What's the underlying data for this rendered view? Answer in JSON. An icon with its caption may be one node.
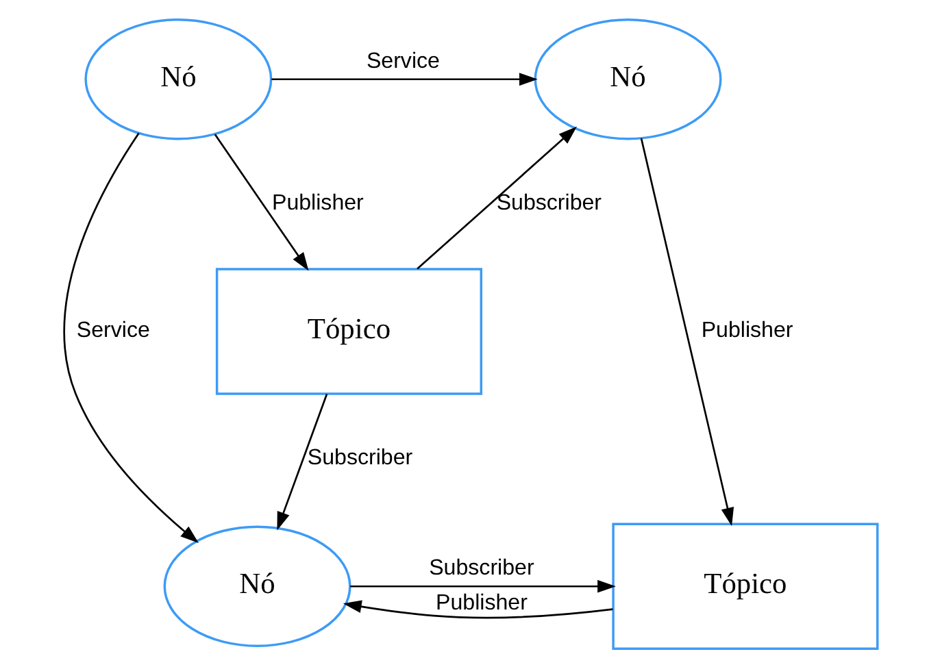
{
  "diagram": {
    "nodes": [
      {
        "text": [
          "Nó"
        ]
      },
      {
        "text": [
          "Nó"
        ]
      },
      {
        "text": [
          "Tópico"
        ]
      },
      {
        "text": [
          "Nó"
        ]
      },
      {
        "text": [
          "Tópico"
        ]
      }
    ],
    "edges": [
      {
        "from": 0,
        "to": 1,
        "arrow": "to",
        "label": "Service"
      },
      {
        "from": 0,
        "to": 2,
        "arrow": "to",
        "label": "Publisher"
      },
      {
        "from": 2,
        "to": 1,
        "arrow": "to",
        "label": "Subscriber"
      },
      {
        "from": 2,
        "to": 3,
        "arrow": "to",
        "label": "Subscriber"
      },
      {
        "from": 1,
        "to": 4,
        "arrow": "to",
        "label": "Publisher"
      },
      {
        "from": 0,
        "to": 3,
        "arrow": "to",
        "label": "Service"
      },
      {
        "from": 4,
        "to": 3,
        "arrow": "to",
        "label": "Publisher"
      },
      {
        "from": 3,
        "to": 4,
        "arrow": "to",
        "label": "Subscriber"
      }
    ]
  }
}
